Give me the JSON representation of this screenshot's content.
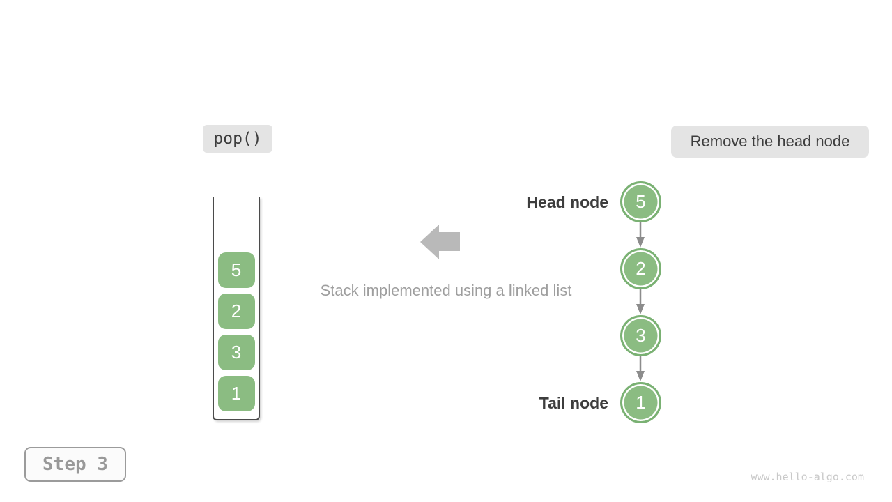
{
  "colors": {
    "green": "#8bbc82",
    "green_border": "#7ab173",
    "label_bg": "#e4e4e4",
    "dark_text": "#3d3d3d",
    "caption_gray": "#9e9e9e",
    "big_arrow_gray": "#b9b9b9",
    "link_arrow": "#8c8c8c",
    "container_border": "#4b4b4b",
    "step_border": "#9b9b9b",
    "step_text": "#999999",
    "watermark_gray": "#c9c9c9"
  },
  "operation": {
    "label": "pop()"
  },
  "annotation": {
    "label": "Remove the head node"
  },
  "stack": {
    "values": [
      "5",
      "2",
      "3",
      "1"
    ]
  },
  "linked_list": {
    "nodes": [
      {
        "value": "5",
        "label": "Head node"
      },
      {
        "value": "2"
      },
      {
        "value": "3"
      },
      {
        "value": "1",
        "label": "Tail node"
      }
    ]
  },
  "caption": {
    "text": "Stack implemented using a linked list"
  },
  "step": {
    "label": "Step 3"
  },
  "watermark": {
    "text": "www.hello-algo.com"
  }
}
